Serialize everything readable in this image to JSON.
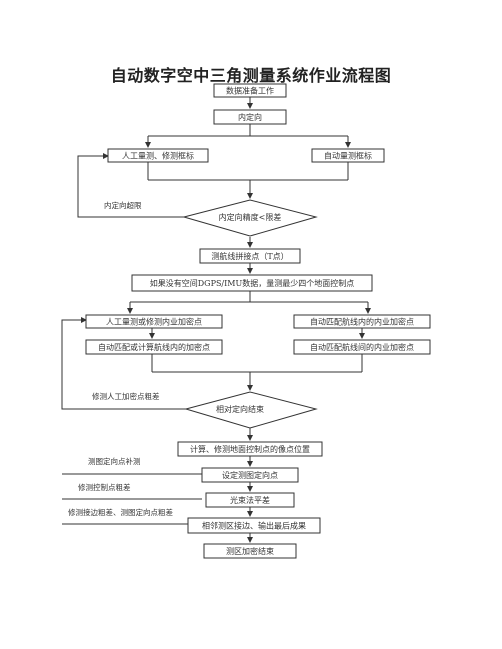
{
  "title": "自动数字空中三角测量系统作业流程图",
  "steps": {
    "data_prep": "数据准备工作",
    "inner_orient": "内定向",
    "manual_frame": "人工量测、修测框标",
    "auto_frame": "自动量测框标",
    "inner_check": "内定向精度<限差",
    "strip_tie": "测航线拼接点（T点）",
    "gps_note": "如果没有空间DGPS/IMU数据，量测最少四个地面控制点",
    "manual_densify": "人工量测或修测内业加密点",
    "auto_inner": "自动匹配航线内的内业加密点",
    "auto_calc": "自动匹配或计算航线内的加密点",
    "auto_between": "自动匹配航线间的内业加密点",
    "rel_check": "相对定向结束",
    "calc_image": "计算、修测地面控制点的像点位置",
    "set_orient": "设定测图定向点",
    "bundle": "光束法平差",
    "edge_join": "相邻测区接边、输出最后成果",
    "end": "测区加密结束"
  },
  "notes": {
    "inner_over": "内定向超限",
    "fix_manual": "修测人工加密点粗差",
    "fix_orient": "测图定向点补测",
    "fix_control": "修测控制点粗差",
    "fix_edge": "修测接边粗差、测图定向点粗差"
  }
}
